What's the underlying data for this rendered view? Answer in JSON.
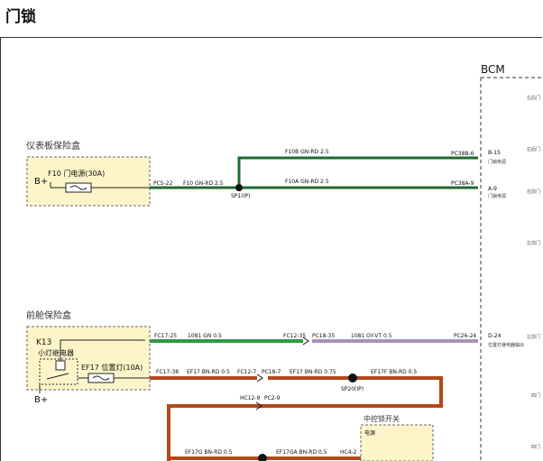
{
  "page": {
    "title": "门锁"
  },
  "bcm": {
    "label": "BCM",
    "side_labels": [
      "左后门",
      "右后门",
      "右前门",
      "左前门",
      "左前门",
      "四门",
      "四门"
    ]
  },
  "panel_fusebox": {
    "label": "仪表板保险盒",
    "supply": "B+",
    "fuse": "F10 门电源(30A)"
  },
  "front_fusebox": {
    "label": "前舱保险盒",
    "relay_id": "K13",
    "relay_name": "小灯继电器",
    "fuse": "EF17 位置灯(10A)",
    "supply": "B+"
  },
  "splices": [
    "SP1(IP)",
    "SP20(IP)"
  ],
  "wires": {
    "f10b": "F10B GN-RD 2.5",
    "f10a": "F10A GN-RD 2.5",
    "f10": "F10 GN-RD 2.5",
    "w1081": "1081 GN 0.5",
    "w1081b": "1081 GY-VT 0.5",
    "ef17": "EF17 BN-RD 0.5",
    "ef17b": "EF17 BN-RD 0.75",
    "ef17f": "EF17F BN-RD 0.5",
    "ef17g": "EF17G BN-RD 0.5",
    "ef17ga": "EF17GA BN-RD 0.5"
  },
  "connectors": {
    "pc522": "PC5-22",
    "pc38b6": "PC38B-6",
    "pc38a9": "PC38A-9",
    "fc1725": "FC17-25",
    "fc1235": "FC12-35",
    "pc1835": "PC18-35",
    "pc2624": "PC26-24",
    "fc1738": "FC17-38",
    "fc127": "FC12-7",
    "pc187": "PC18-7",
    "hc129": "HC12-9",
    "pc29": "PC2-9",
    "hc42": "HC4-2"
  },
  "bcm_pins": {
    "b15": "B-15",
    "b15_label": "门锁电源",
    "a9": "A-9",
    "a9_label": "门锁电源",
    "d24": "D-24",
    "d24_label": "位置灯继电器输出"
  },
  "central_lock": {
    "label": "中控锁开关",
    "pin_label": "电源"
  },
  "colors": {
    "green": "#1e6b2f",
    "green_light": "#2e9a44",
    "brown": "#b5471b",
    "purple": "#a992b8",
    "fuse_fill": "#fdf5c9"
  }
}
